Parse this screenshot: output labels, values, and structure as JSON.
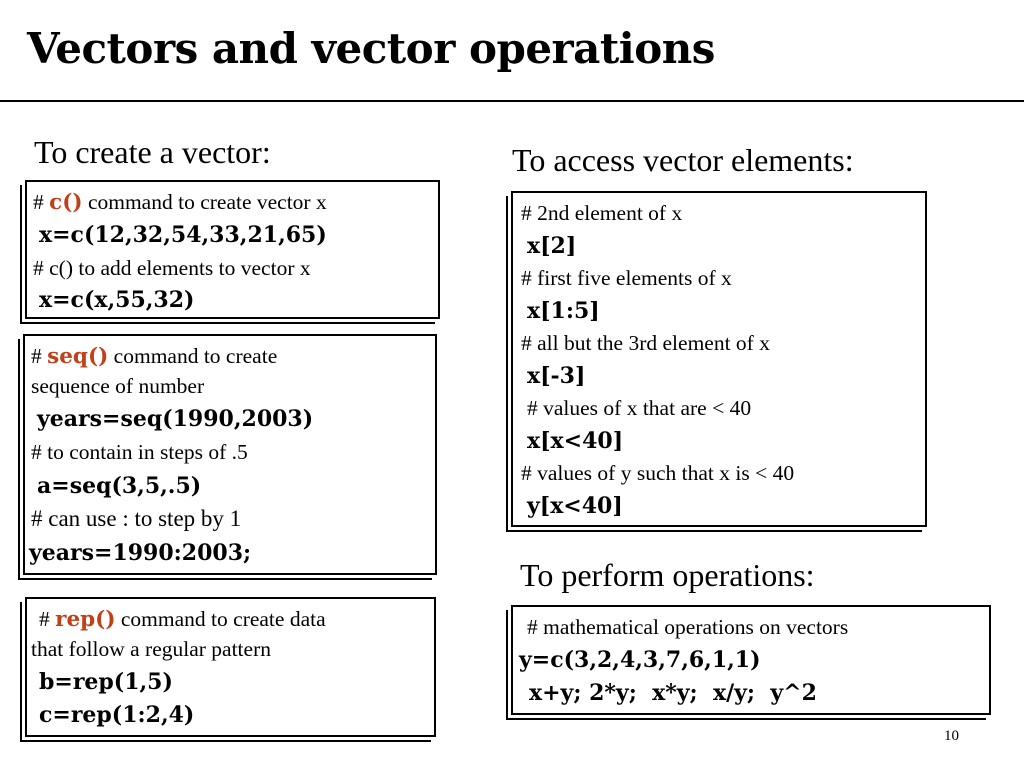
{
  "slide": {
    "title": "Vectors and vector operations",
    "page_number": "10"
  },
  "create": {
    "heading": "To create a vector:",
    "box1": {
      "hash1": "#",
      "fn1": "c()",
      "comment1": " command to create vector x",
      "code1": "x=c(12,32,54,33,21,65)",
      "comment2": "# c() to add elements to vector x",
      "code2": "x=c(x,55,32)"
    },
    "box2": {
      "hash1": "#",
      "fn1": "seq()",
      "comment1a": " command to create",
      "comment1b": "sequence of number",
      "code1": "years=seq(1990,2003)",
      "comment2": "# to contain in steps of .5",
      "code2": "a=seq(3,5,.5)",
      "comment3": "# can use : to step by 1",
      "code3": "years=1990:2003;"
    },
    "box3": {
      "hash1": "#",
      "fn1": "rep()",
      "comment1a": " command to create data",
      "comment1b": "that follow a regular pattern",
      "code1": "b=rep(1,5)",
      "code2": "c=rep(1:2,4)"
    }
  },
  "access": {
    "heading": "To access vector elements:",
    "lines": [
      {
        "comment": "# 2nd element of x",
        "code": "x[2]"
      },
      {
        "comment": "# first five elements of x",
        "code": "x[1:5]"
      },
      {
        "comment": "# all but the 3rd element of x",
        "code": "x[-3]"
      },
      {
        "comment": "# values of x that are < 40",
        "code": "x[x<40]"
      },
      {
        "comment": "# values of y such that x is < 40",
        "code": "y[x<40]"
      }
    ]
  },
  "operations": {
    "heading": "To perform operations:",
    "comment": "# mathematical operations on vectors",
    "code1": "y=c(3,2,4,3,7,6,1,1)",
    "code2": "x+y; 2*y;  x*y;  x/y;  y^2"
  }
}
